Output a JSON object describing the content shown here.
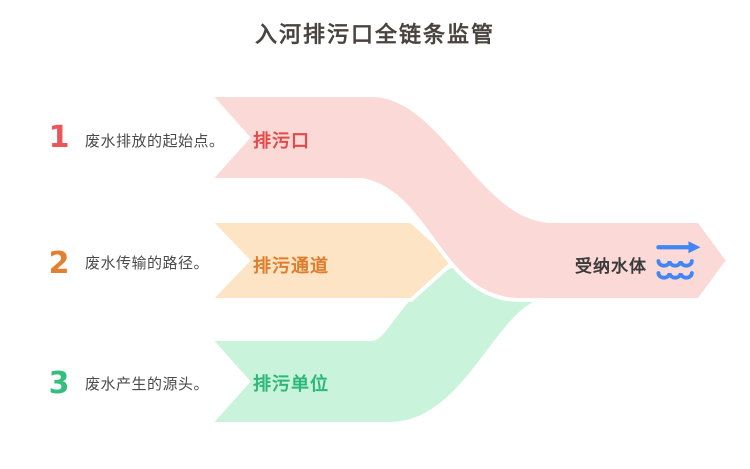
{
  "title": "入河排污口全链条监管",
  "steps": [
    {
      "number": "1",
      "description": "废水排放的起始点。",
      "label": "排污口",
      "number_color": "#e8575a",
      "label_color": "#e04b4b",
      "band_color": "#fad9d7"
    },
    {
      "number": "2",
      "description": "废水传输的路径。",
      "label": "排污通道",
      "number_color": "#e2802f",
      "label_color": "#dd7e2c",
      "band_color": "#fce4c4"
    },
    {
      "number": "3",
      "description": "废水产生的源头。",
      "label": "排污单位",
      "number_color": "#35bf7f",
      "label_color": "#2cb878",
      "band_color": "#c9f3da"
    }
  ],
  "result": {
    "label": "受纳水体",
    "icon": "water-flow-icon",
    "icon_color": "#4285f4",
    "band_color": "#fad9d7",
    "label_color": "#3b3b3b"
  },
  "colors": {
    "background": "#ffffff",
    "title_text": "#4a4440",
    "description_text": "#4b4b4b",
    "band_separator": "#ffffff"
  }
}
